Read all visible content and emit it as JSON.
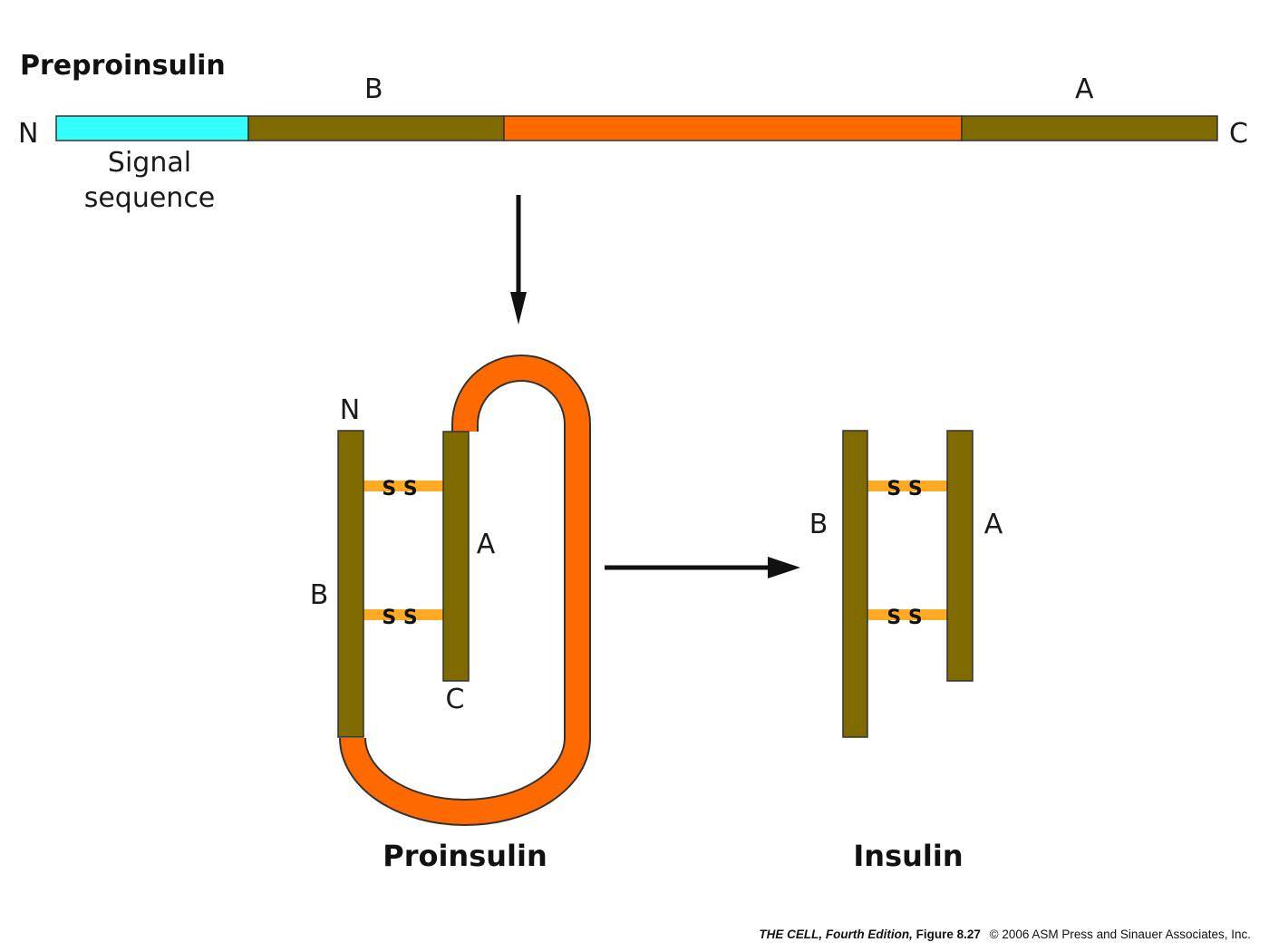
{
  "colors": {
    "signal": "#33ffff",
    "chain": "#7f6a00",
    "c_peptide": "#ff6a00",
    "disulfide": "#ffaa22",
    "arrow": "#111111",
    "outline": "#333333"
  },
  "preproinsulin": {
    "title": "Preproinsulin",
    "n_label": "N",
    "c_label": "C",
    "b_label": "B",
    "a_label": "A",
    "signal_line1": "Signal",
    "signal_line2": "sequence"
  },
  "proinsulin": {
    "title": "Proinsulin",
    "n_label": "N",
    "c_label": "C",
    "b_label": "B",
    "a_label": "A",
    "bond1": "S S",
    "bond2": "S S"
  },
  "insulin": {
    "title": "Insulin",
    "b_label": "B",
    "a_label": "A",
    "bond1": "S S",
    "bond2": "S S"
  },
  "caption": {
    "book": "THE CELL, Fourth Edition,",
    "figure": "Figure 8.27",
    "copyright": "© 2006 ASM Press and Sinauer Associates, Inc."
  }
}
